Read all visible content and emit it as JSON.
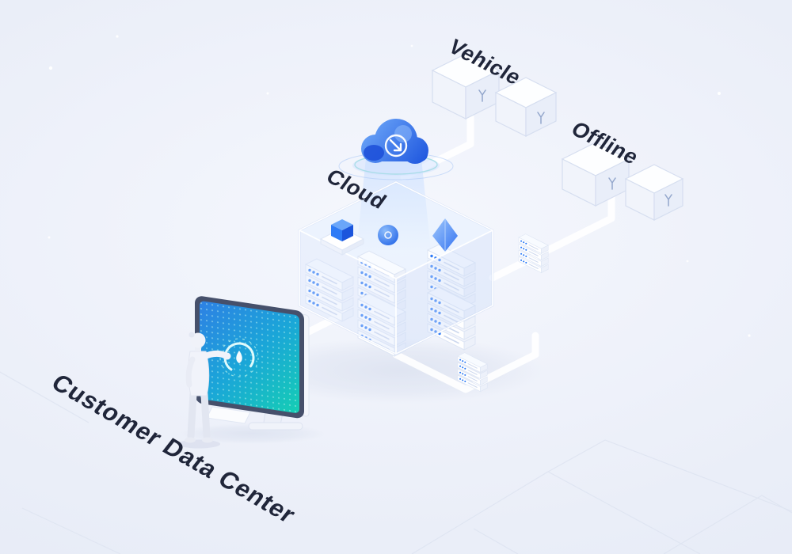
{
  "labels": {
    "cloud": "Cloud",
    "vehicle": "Vehicle",
    "offline": "Offline",
    "customer_data_center": "Customer Data Center"
  },
  "icons": {
    "cloud": "cloud-icon",
    "arrow_glyph": "arrow-glyph",
    "cube": "cube-icon",
    "sphere": "sphere-icon",
    "prism": "prism-icon",
    "server_rack": "server-rack-icon",
    "router": "router-icon",
    "monitor": "monitor-icon",
    "person": "person-icon"
  },
  "colors": {
    "background": "#eaeef8",
    "accent_blue": "#2e7bf6",
    "deep_blue": "#1d55de",
    "glass_blue": "#d9e6fb",
    "screen_blue": "#2e80e4",
    "screen_teal": "#15d0b2",
    "label_text": "#20263a",
    "connector_white": "#ffffff"
  }
}
